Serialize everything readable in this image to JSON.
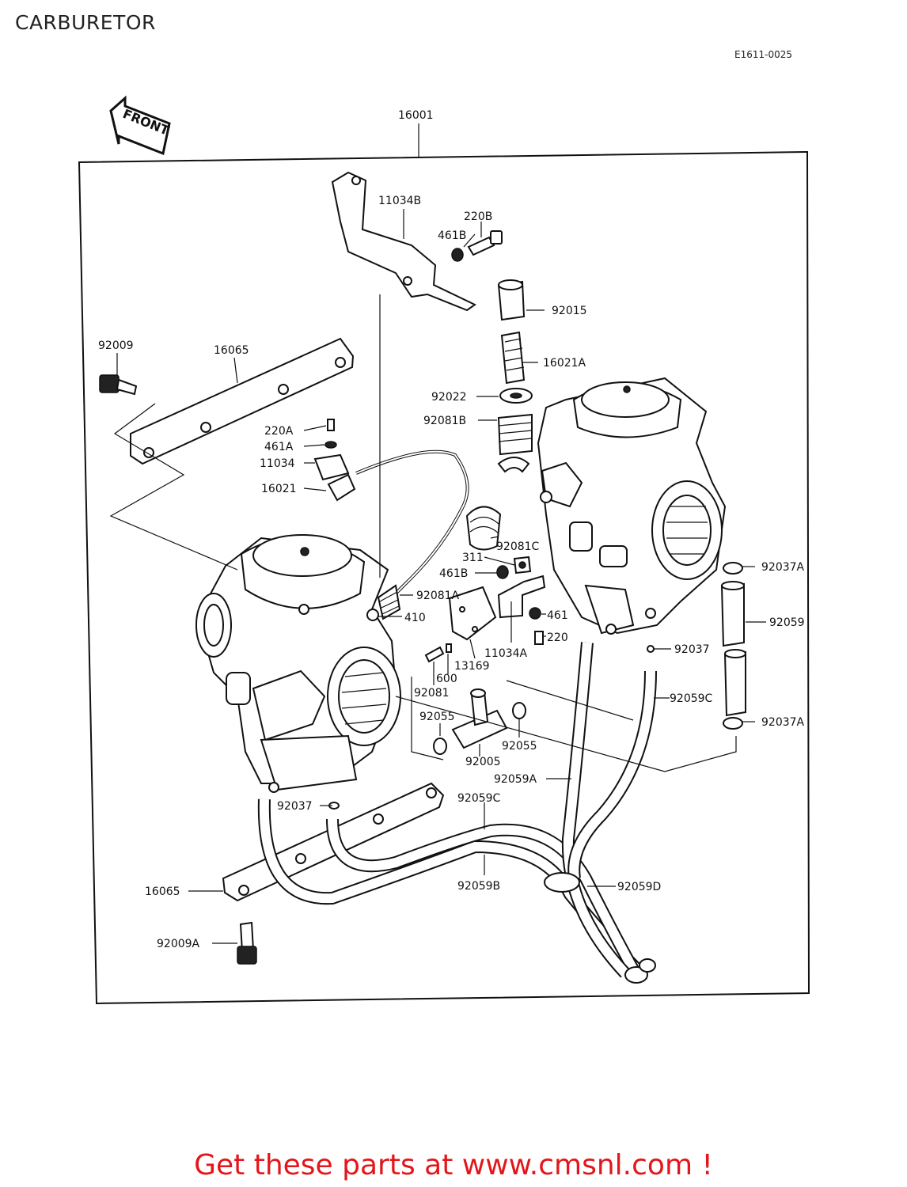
{
  "page": {
    "title": "CARBURETOR",
    "drawing_code": "E1611-0025",
    "front_label": "FRONT",
    "promo": "Get these parts at www.cmsnl.com !"
  },
  "parts": [
    {
      "id": "p16001",
      "label": "16001"
    },
    {
      "id": "p11034B",
      "label": "11034B"
    },
    {
      "id": "p220B",
      "label": "220B"
    },
    {
      "id": "p461B_top",
      "label": "461B"
    },
    {
      "id": "p92015",
      "label": "92015"
    },
    {
      "id": "p92009",
      "label": "92009"
    },
    {
      "id": "p16065_top",
      "label": "16065"
    },
    {
      "id": "p16021A",
      "label": "16021A"
    },
    {
      "id": "p92022",
      "label": "92022"
    },
    {
      "id": "p92081B",
      "label": "92081B"
    },
    {
      "id": "p220A",
      "label": "220A"
    },
    {
      "id": "p461A",
      "label": "461A"
    },
    {
      "id": "p11034",
      "label": "11034"
    },
    {
      "id": "p16021",
      "label": "16021"
    },
    {
      "id": "p92081C",
      "label": "92081C"
    },
    {
      "id": "p311",
      "label": "311"
    },
    {
      "id": "p461B_mid",
      "label": "461B"
    },
    {
      "id": "p92037A_top",
      "label": "92037A"
    },
    {
      "id": "p92081A",
      "label": "92081A"
    },
    {
      "id": "p410",
      "label": "410"
    },
    {
      "id": "p461",
      "label": "461"
    },
    {
      "id": "p92059",
      "label": "92059"
    },
    {
      "id": "p220",
      "label": "220"
    },
    {
      "id": "p11034A",
      "label": "11034A"
    },
    {
      "id": "p13169",
      "label": "13169"
    },
    {
      "id": "p92037_right",
      "label": "92037"
    },
    {
      "id": "p600",
      "label": "600"
    },
    {
      "id": "p92081",
      "label": "92081"
    },
    {
      "id": "p92059C_right",
      "label": "92059C"
    },
    {
      "id": "p92055_left",
      "label": "92055"
    },
    {
      "id": "p92037A_bot",
      "label": "92037A"
    },
    {
      "id": "p92055_right",
      "label": "92055"
    },
    {
      "id": "p92005",
      "label": "92005"
    },
    {
      "id": "p92059A",
      "label": "92059A"
    },
    {
      "id": "p92059C_bot",
      "label": "92059C"
    },
    {
      "id": "p92037_left",
      "label": "92037"
    },
    {
      "id": "p16065_bot",
      "label": "16065"
    },
    {
      "id": "p92059B",
      "label": "92059B"
    },
    {
      "id": "p92059D",
      "label": "92059D"
    },
    {
      "id": "p92009A",
      "label": "92009A"
    }
  ]
}
